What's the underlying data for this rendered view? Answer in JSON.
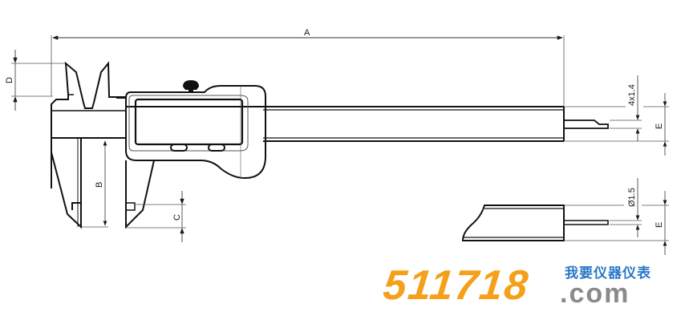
{
  "diagram": {
    "subject": "digital caliper technical drawing",
    "dimension_labels": {
      "overall_length": "A",
      "inside_jaw_depth": "D",
      "outside_jaw_depth": "B",
      "jaw_tip": "C",
      "depth_rod_flat": "4x1.4",
      "depth_rod_round": "Ø1.5",
      "beam_thickness_top": "E",
      "beam_thickness_bottom": "E"
    },
    "colors": {
      "line": "#1a1a1a",
      "dimension_line": "#555555",
      "label_tint": "#2a78c8"
    }
  },
  "watermark": {
    "number": "511718",
    "chinese": "我要仪器仪表",
    "domain": ".com",
    "colors": {
      "number": "#f5a01a",
      "chinese": "#2a78c8",
      "domain": "#8a8a8a"
    }
  }
}
